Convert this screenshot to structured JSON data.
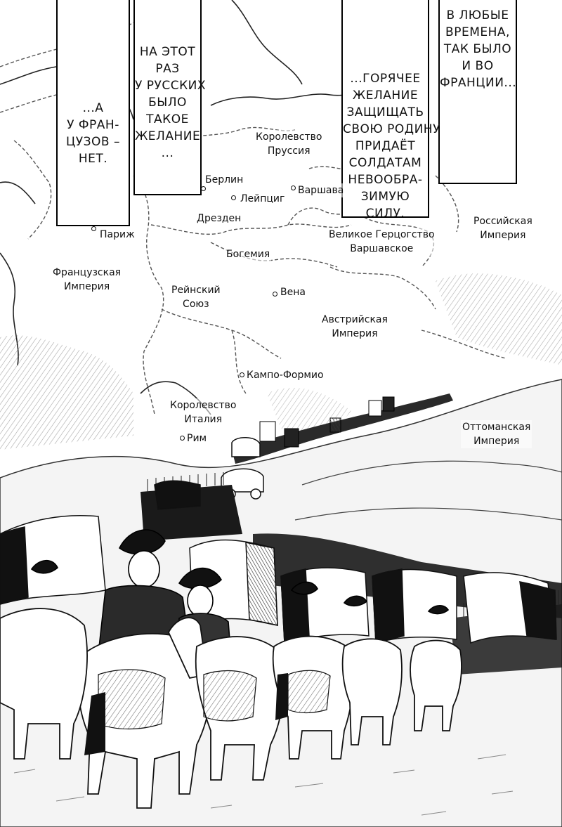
{
  "bubbles": [
    {
      "lines": [
        "В ЛЮБЫЕ",
        "ВРЕМЕНА,",
        "ТАК БЫЛО",
        "И ВО",
        "ФРАНЦИИ..."
      ]
    },
    {
      "lines": [
        "...ГОРЯЧЕЕ",
        "ЖЕЛАНИЕ",
        "ЗАЩИЩАТЬ",
        "СВОЮ РОДИНУ",
        "ПРИДАЁТ",
        "СОЛДАТАМ",
        "НЕВООБРА-",
        "ЗИМУЮ",
        "СИЛУ."
      ]
    },
    {
      "lines": [
        "НА ЭТОТ",
        "РАЗ",
        "У РУССКИХ",
        "БЫЛО",
        "ТАКОЕ",
        "ЖЕЛАНИЕ",
        "..."
      ]
    },
    {
      "lines": [
        "...А",
        "У ФРАН-",
        "ЦУЗОВ –",
        "НЕТ."
      ]
    }
  ],
  "map_labels": {
    "prussia": [
      "Королевство",
      "Пруссия"
    ],
    "berlin": "Берлин",
    "warsaw": "Варшава",
    "leipzig": "Лейпциг",
    "dresden": "Дрезден",
    "paris": "Париж",
    "russia": [
      "Российская",
      "Империя"
    ],
    "duchy_warsaw": [
      "Великое Герцогство",
      "Варшавское"
    ],
    "bohemia": "Богемия",
    "french_empire": [
      "Французская",
      "Империя"
    ],
    "rhine": [
      "Рейнский",
      "Союз"
    ],
    "vienna": "Вена",
    "austria": [
      "Австрийская",
      "Империя"
    ],
    "campo_formio": "Кампо-Формио",
    "italy": [
      "Королевство",
      "Италия"
    ],
    "rome": "Рим",
    "ottoman": [
      "Оттоманская",
      "Империя"
    ]
  },
  "colors": {
    "ink": "#111111",
    "paper": "#ffffff",
    "hatch": "#8a8a8a"
  }
}
